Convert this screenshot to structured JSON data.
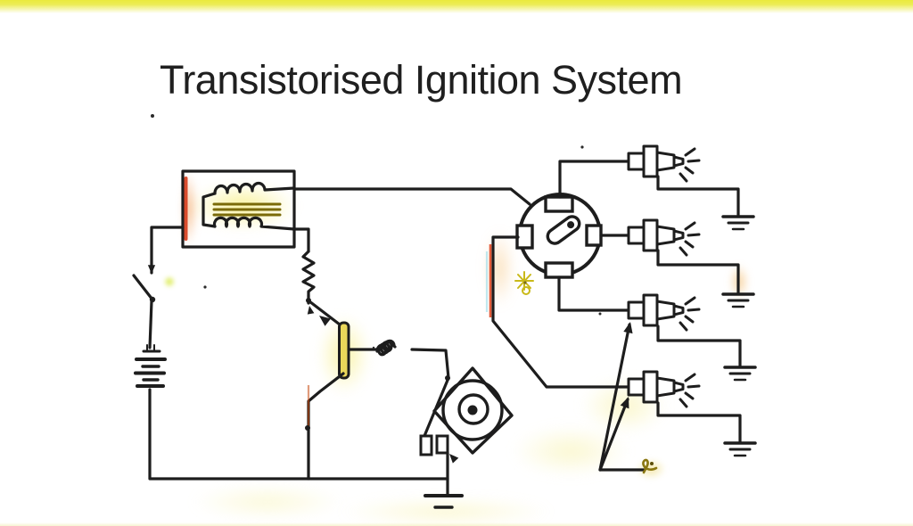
{
  "title": "Transistorised Ignition System",
  "theme": {
    "top_bar_color": "#eaea3c",
    "ink_color": "#1d1d1d",
    "highlight_yellow": "#f3e96b",
    "accent_red": "#d63b1a",
    "coil_core_color": "#7a6a08",
    "doodle_olive": "#a08c10"
  },
  "diagram": {
    "type": "circuit-schematic",
    "components": [
      "ignition-coil",
      "ignition-switch",
      "battery",
      "ballast-resistor",
      "transistor",
      "base-resistor",
      "contact-breaker-points",
      "pickup-assembly",
      "distributor",
      "distributor-rotor",
      "spark-plug-1",
      "spark-plug-2",
      "spark-plug-3",
      "spark-plug-4",
      "ground-symbols",
      "callout-arrows"
    ]
  }
}
